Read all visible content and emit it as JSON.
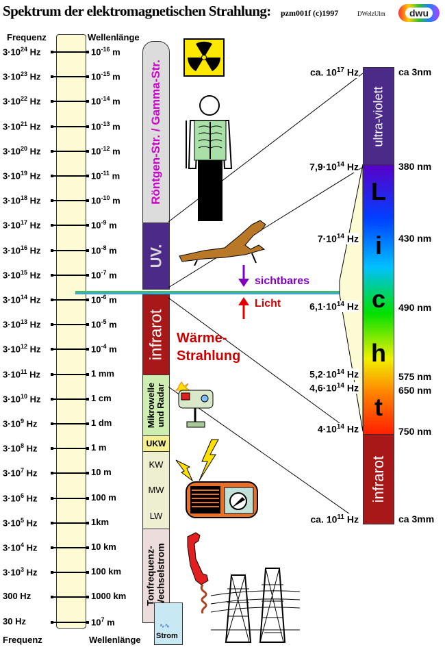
{
  "header": {
    "title": "Spektrum der elektromagnetischen Strahlung:",
    "code": "pzm001f (c)1997",
    "author": "DWelzUlm",
    "logo": "dwu"
  },
  "scale": {
    "freq_header": "Frequenz",
    "wave_header": "Wellenlänge",
    "freq_footer": "Frequenz",
    "wave_footer": "Wellenlänge",
    "rows": [
      {
        "f_base": "3·10",
        "f_exp": "24",
        "f_unit": " Hz",
        "w_base": "10",
        "w_exp": "-16",
        "w_unit": " m"
      },
      {
        "f_base": "3·10",
        "f_exp": "23",
        "f_unit": " Hz",
        "w_base": "10",
        "w_exp": "-15",
        "w_unit": " m"
      },
      {
        "f_base": "3·10",
        "f_exp": "22",
        "f_unit": " Hz",
        "w_base": "10",
        "w_exp": "-14",
        "w_unit": " m"
      },
      {
        "f_base": "3·10",
        "f_exp": "21",
        "f_unit": " Hz",
        "w_base": "10",
        "w_exp": "-13",
        "w_unit": " m"
      },
      {
        "f_base": "3·10",
        "f_exp": "20",
        "f_unit": " Hz",
        "w_base": "10",
        "w_exp": "-12",
        "w_unit": " m"
      },
      {
        "f_base": "3·10",
        "f_exp": "19",
        "f_unit": " Hz",
        "w_base": "10",
        "w_exp": "-11",
        "w_unit": " m"
      },
      {
        "f_base": "3·10",
        "f_exp": "18",
        "f_unit": " Hz",
        "w_base": "10",
        "w_exp": "-10",
        "w_unit": " m"
      },
      {
        "f_base": "3·10",
        "f_exp": "17",
        "f_unit": " Hz",
        "w_base": "10",
        "w_exp": "-9",
        "w_unit": " m"
      },
      {
        "f_base": "3·10",
        "f_exp": "16",
        "f_unit": " Hz",
        "w_base": "10",
        "w_exp": "-8",
        "w_unit": " m"
      },
      {
        "f_base": "3·10",
        "f_exp": "15",
        "f_unit": " Hz",
        "w_base": "10",
        "w_exp": "-7",
        "w_unit": " m"
      },
      {
        "f_base": "3·10",
        "f_exp": "14",
        "f_unit": " Hz",
        "w_base": "10",
        "w_exp": "-6",
        "w_unit": " m"
      },
      {
        "f_base": "3·10",
        "f_exp": "13",
        "f_unit": " Hz",
        "w_base": "10",
        "w_exp": "-5",
        "w_unit": " m"
      },
      {
        "f_base": "3·10",
        "f_exp": "12",
        "f_unit": " Hz",
        "w_base": "10",
        "w_exp": "-4",
        "w_unit": " m"
      },
      {
        "f_base": "3·10",
        "f_exp": "11",
        "f_unit": " Hz",
        "w_base": "1 mm",
        "w_exp": "",
        "w_unit": ""
      },
      {
        "f_base": "3·10",
        "f_exp": "10",
        "f_unit": " Hz",
        "w_base": "1 cm",
        "w_exp": "",
        "w_unit": ""
      },
      {
        "f_base": "3·10",
        "f_exp": "9",
        "f_unit": " Hz",
        "w_base": "1 dm",
        "w_exp": "",
        "w_unit": ""
      },
      {
        "f_base": "3·10",
        "f_exp": "8",
        "f_unit": " Hz",
        "w_base": "1 m",
        "w_exp": "",
        "w_unit": ""
      },
      {
        "f_base": "3·10",
        "f_exp": "7",
        "f_unit": " Hz",
        "w_base": "10 m",
        "w_exp": "",
        "w_unit": ""
      },
      {
        "f_base": "3·10",
        "f_exp": "6",
        "f_unit": " Hz",
        "w_base": "100 m",
        "w_exp": "",
        "w_unit": ""
      },
      {
        "f_base": "3·10",
        "f_exp": "5",
        "f_unit": " Hz",
        "w_base": "1km",
        "w_exp": "",
        "w_unit": ""
      },
      {
        "f_base": "3·10",
        "f_exp": "4",
        "f_unit": " Hz",
        "w_base": "10 km",
        "w_exp": "",
        "w_unit": ""
      },
      {
        "f_base": "3·10",
        "f_exp": "3",
        "f_unit": " Hz",
        "w_base": "100 km",
        "w_exp": "",
        "w_unit": ""
      },
      {
        "f_base": "300 Hz",
        "f_exp": "",
        "f_unit": "",
        "w_base": "1000 km",
        "w_exp": "",
        "w_unit": ""
      },
      {
        "f_base": "30 Hz",
        "f_exp": "",
        "f_unit": "",
        "w_base": "10",
        "w_exp": "7",
        "w_unit": " m"
      }
    ]
  },
  "bands": {
    "gamma": "Röntgen-Str. / Gamma-Str.",
    "uv": "UV.",
    "infrared": "infrarot",
    "microwave": "Mikrowelle und Radar",
    "ukw": "UKW",
    "kw": "KW",
    "mw": "MW",
    "lw": "LW",
    "tonfrequenz": "Tonfrequenz- Wechselstrom",
    "strom": "Strom"
  },
  "middle": {
    "sichtbares": "sichtbares",
    "licht": "Licht",
    "waerme_line1": "Wärme-",
    "waerme_line2": "Strahlung"
  },
  "right": {
    "uv_band": "ultra-violett",
    "licht_letters": [
      "L",
      "i",
      "c",
      "h",
      "t"
    ],
    "ir_band": "infrarot",
    "left_labels": [
      {
        "base": "ca. 10",
        "exp": "17",
        "unit": " Hz"
      },
      {
        "base": "7,9·10",
        "exp": "14",
        "unit": " Hz"
      },
      {
        "base": "7·10",
        "exp": "14",
        "unit": " Hz"
      },
      {
        "base": "6,1·10",
        "exp": "14",
        "unit": " Hz"
      },
      {
        "base": "5,2·10",
        "exp": "14",
        "unit": " Hz"
      },
      {
        "base": "4,6·10",
        "exp": "14",
        "unit": " Hz"
      },
      {
        "base": "4·10",
        "exp": "14",
        "unit": " Hz"
      },
      {
        "base": "ca. 10",
        "exp": "11",
        "unit": " Hz"
      }
    ],
    "right_labels": [
      "ca 3nm",
      "380 nm",
      "430 nm",
      "490 nm",
      "575 nm",
      "650 nm",
      "750 nm",
      "ca 3mm"
    ]
  },
  "colors": {
    "scale_fill": "#fdfbd4",
    "gamma_band": "#dcdcdc",
    "gamma_text": "#cc00cc",
    "uv_band": "#4b2a88",
    "ir_band": "#a81818",
    "microwave_band": "#cdeeb0",
    "radio_band": "#eeeed0",
    "ukw_band": "#f4f090",
    "tonfrequenz_band": "#ecdcdc",
    "strom_band": "#c8e8f4",
    "sichtbares_text": "#8000c0",
    "licht_text": "#cc0000",
    "sun_figure": "#b87828"
  },
  "icons": [
    "radiation-icon",
    "xray-person-icon",
    "sunbather-icon",
    "radar-icon",
    "radio-icon",
    "phone-icon",
    "power-line-icon",
    "lightning-icon"
  ]
}
